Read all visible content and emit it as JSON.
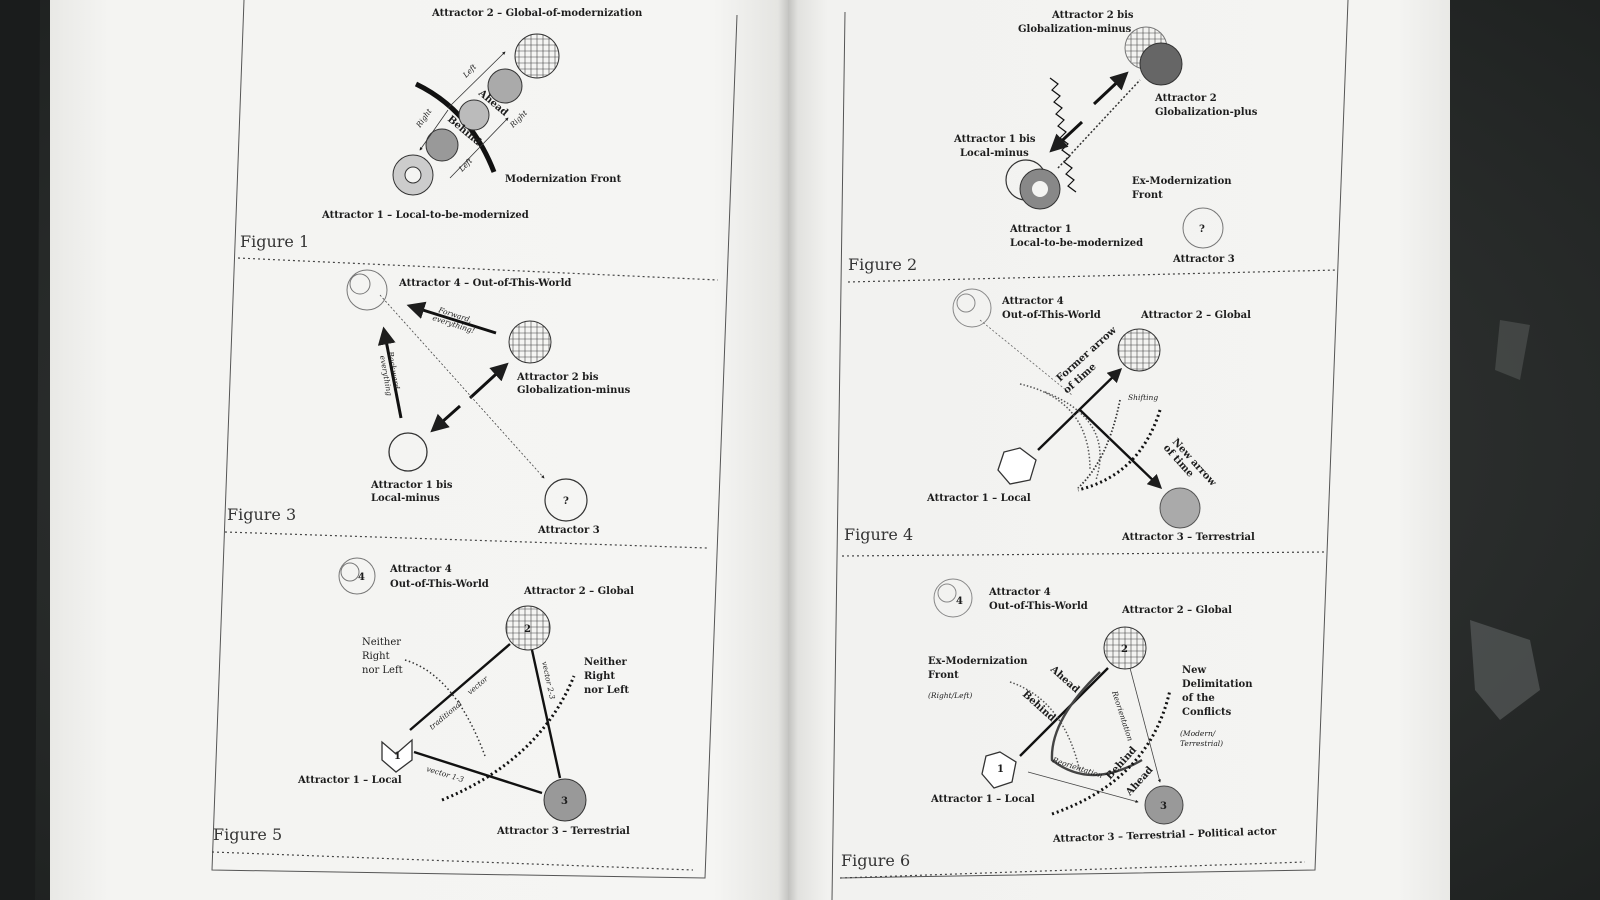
{
  "fig1": {
    "title": "Attractor 2 – Global-of-modernization",
    "a1": "Attractor 1 – Local-to-be-modernized",
    "front": "Modernization Front",
    "left1": "Left",
    "left2": "Left",
    "right1": "Right",
    "right2": "Right",
    "ahead": "Ahead",
    "behind": "Behind",
    "caption": "Figure 1"
  },
  "fig2": {
    "a2bis_1": "Attractor 2 bis",
    "a2bis_2": "Globalization-minus",
    "a2_1": "Attractor 2",
    "a2_2": "Globalization-plus",
    "a1bis_1": "Attractor 1 bis",
    "a1bis_2": "Local-minus",
    "front_1": "Ex-Modernization",
    "front_2": "Front",
    "a1_1": "Attractor 1",
    "a1_2": "Local-to-be-modernized",
    "q": "?",
    "a3": "Attractor 3",
    "caption": "Figure 2"
  },
  "fig3": {
    "a4": "Attractor 4 – Out-of-This-World",
    "fwd1": "Forward,",
    "fwd2": "everything!",
    "bwd1": "Backward,",
    "bwd2": "everything",
    "a2bis_1": "Attractor 2 bis",
    "a2bis_2": "Globalization-minus",
    "a1bis_1": "Attractor 1 bis",
    "a1bis_2": "Local-minus",
    "q": "?",
    "a3": "Attractor 3",
    "caption": "Figure 3"
  },
  "fig4": {
    "a4_1": "Attractor 4",
    "a4_2": "Out-of-This-World",
    "a2": "Attractor 2 – Global",
    "former1": "Former arrow",
    "former2": "of time",
    "shifting": "Shifting",
    "new1": "New arrow",
    "new2": "of time",
    "a1": "Attractor 1 – Local",
    "a3": "Attractor 3 – Terrestrial",
    "caption": "Figure 4"
  },
  "fig5": {
    "a4_1": "Attractor 4",
    "a4_2": "Out-of-This-World",
    "a2": "Attractor 2 – Global",
    "n1": "Neither",
    "n2": "Right",
    "n3": "nor Left",
    "m1": "Neither",
    "m2": "Right",
    "m3": "nor Left",
    "trad": "traditional",
    "vector": "vector",
    "v23": "vector 2-3",
    "v13": "vector 1-3",
    "a1": "Attractor 1 – Local",
    "a3": "Attractor 3 – Terrestrial",
    "caption": "Figure 5",
    "n_1": "1",
    "n_2": "2",
    "n_3": "3",
    "n_4": "4"
  },
  "fig6": {
    "a4_1": "Attractor 4",
    "a4_2": "Out-of-This-World",
    "a2": "Attractor 2 – Global",
    "front_1": "Ex-Modernization",
    "front_2": "Front",
    "rl": "(Right/Left)",
    "ahead1": "Ahead",
    "behind1": "Behind",
    "reor1": "Reorientation",
    "reor2": "Reorientation",
    "behind2": "Behind",
    "ahead2": "Ahead",
    "nd1": "New",
    "nd2": "Delimitation",
    "nd3": "of the",
    "nd4": "Conflicts",
    "mt1": "(Modern/",
    "mt2": "Terrestrial)",
    "a1": "Attractor 1 – Local",
    "a3": "Attractor 3 – Terrestrial – Political actor",
    "caption": "Figure 6",
    "n_1": "1",
    "n_2": "2",
    "n_3": "3",
    "n_4": "4"
  }
}
